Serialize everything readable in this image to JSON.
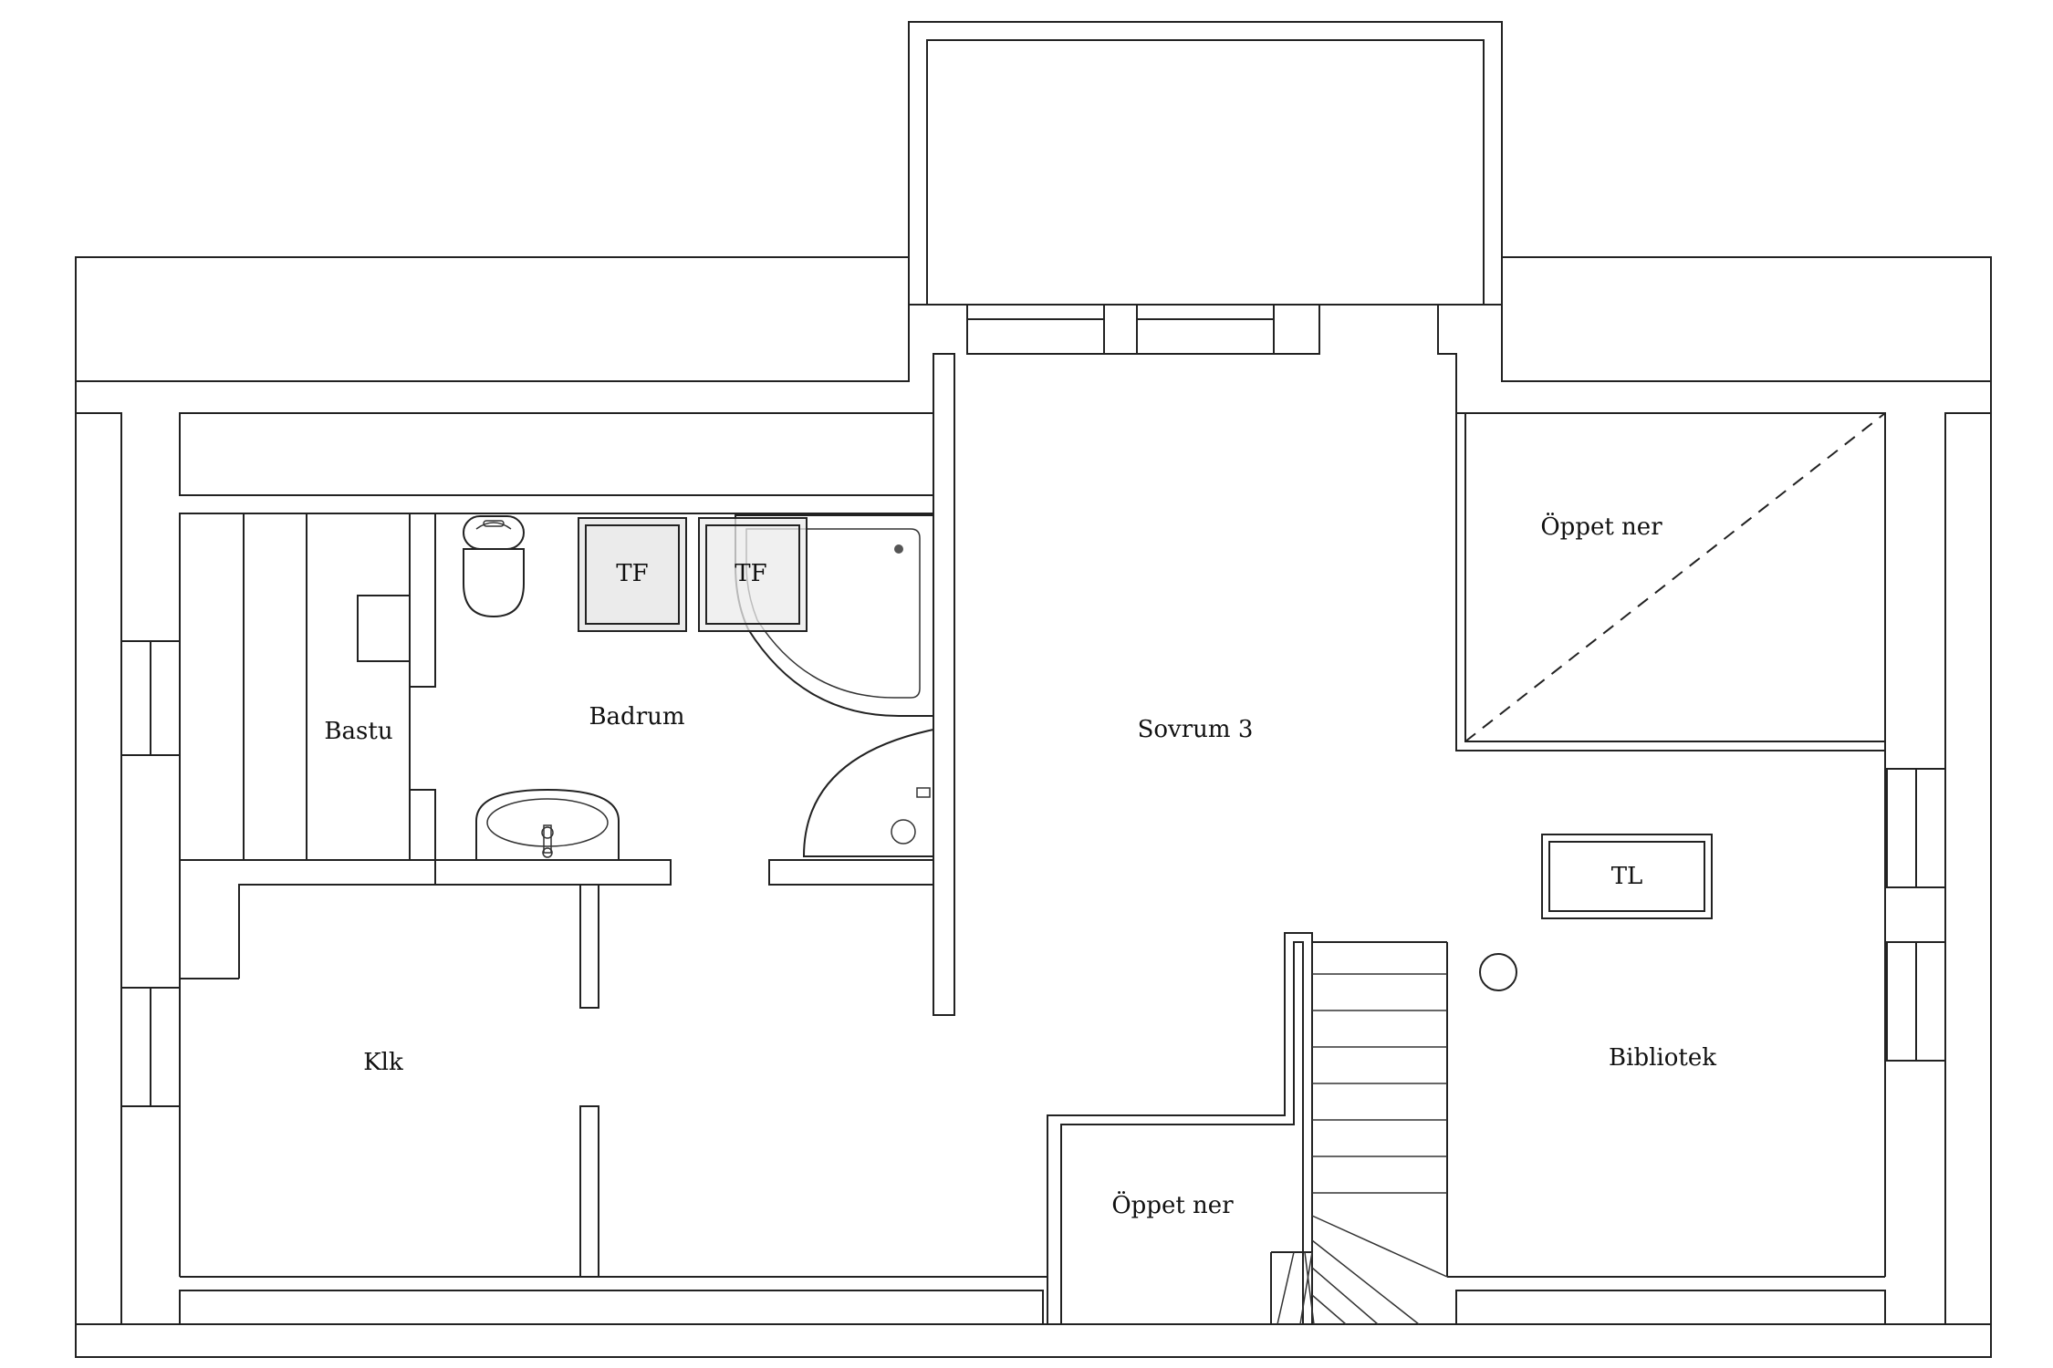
{
  "rooms": {
    "bastu": "Bastu",
    "badrum": "Badrum",
    "sovrum3": "Sovrum 3",
    "oppet_ner_top": "Öppet ner",
    "oppet_ner_bottom": "Öppet ner",
    "bibliotek": "Bibliotek",
    "klk": "Klk"
  },
  "fixtures": {
    "tf1": "TF",
    "tf2": "TF",
    "tl": "TL"
  }
}
